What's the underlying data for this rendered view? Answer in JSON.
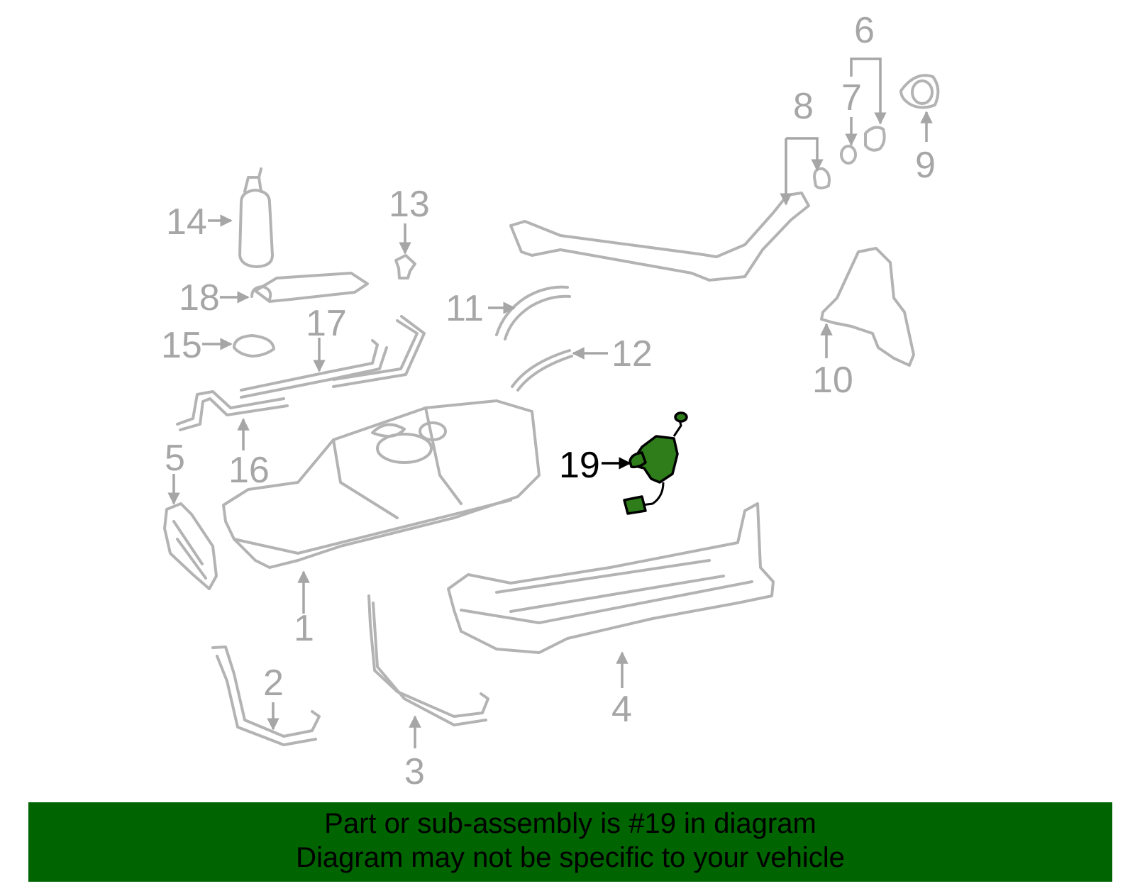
{
  "diagram": {
    "callouts": [
      "1",
      "2",
      "3",
      "4",
      "5",
      "6",
      "7",
      "8",
      "9",
      "10",
      "11",
      "12",
      "13",
      "14",
      "15",
      "16",
      "17",
      "18",
      "19"
    ],
    "highlighted_part": "19",
    "colors": {
      "part_lines": "#b3b3b3",
      "labels": "#a6a6a6",
      "highlight": "#2e7d1a",
      "banner": "#006400"
    }
  },
  "banner": {
    "line1": "Part or sub-assembly is #19 in diagram",
    "line2": "Diagram may not be specific to your vehicle"
  }
}
